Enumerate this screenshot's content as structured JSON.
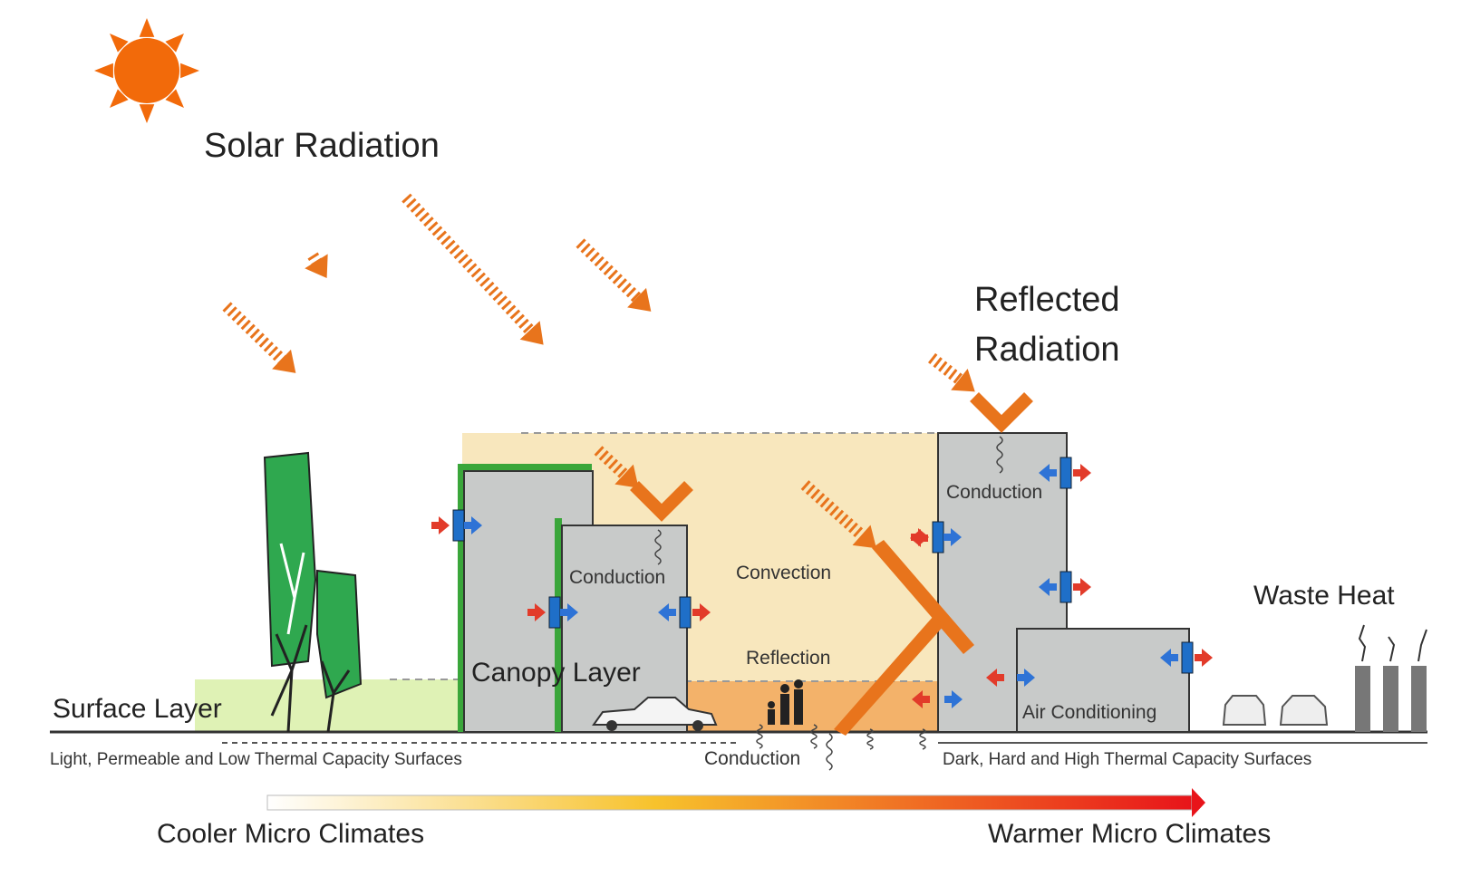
{
  "labels": {
    "solar_radiation": "Solar Radiation",
    "reflected_radiation_line1": "Reflected",
    "reflected_radiation_line2": "Radiation",
    "waste_heat": "Waste Heat",
    "surface_layer": "Surface Layer",
    "canopy_layer": "Canopy Layer",
    "conduction_mid": "Conduction",
    "conduction_right": "Conduction",
    "conduction_ground": "Conduction",
    "convection": "Convection",
    "reflection": "Reflection",
    "air_conditioning": "Air Conditioning",
    "light_surfaces": "Light, Permeable and Low Thermal Capacity Surfaces",
    "dark_surfaces": "Dark, Hard and High Thermal Capacity Surfaces",
    "cooler": "Cooler Micro Climates",
    "warmer": "Warmer Micro Climates"
  },
  "colors": {
    "sun": "#f26a0a",
    "radiation_arrow": "#e8741c",
    "building": "#c8cac9",
    "building_edge": "#333333",
    "tree": "#2fa84f",
    "green_roof": "#3aa63a",
    "canopy_air": "#f8e7bd",
    "surface_air": "#dff2b5",
    "warm_ground": "#f3b26a",
    "heat_out": "#e23b2a",
    "heat_in": "#2e73d6",
    "window": "#1f6fc8",
    "gradient_start": "#ffffff",
    "gradient_mid": "#f7c22c",
    "gradient_end": "#e8141a"
  },
  "icons": [
    "sun-icon",
    "tree-icon",
    "car-icon",
    "people-icon",
    "chimney-icon",
    "heat-arrow-icon"
  ]
}
